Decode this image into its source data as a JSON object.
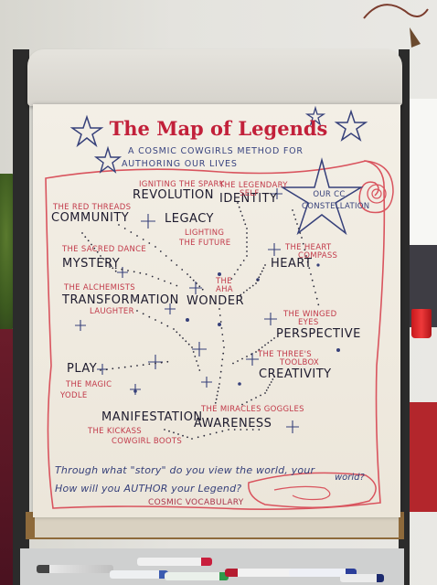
{
  "title": "The Map of Legends",
  "subtitle_line1": "A COSMIC COWGIRLS METHOD FOR",
  "subtitle_line2": "AUTHORING OUR LIVES",
  "constellation_label": "OUR CC CONSTELLATION",
  "words": {
    "revolution": "REVOLUTION",
    "community": "COMMUNITY",
    "legacy": "LEGACY",
    "identity": "IDENTITY",
    "mystery": "MYSTERY",
    "heart": "HEART",
    "transformation": "TRANSFORMATION",
    "wonder": "WONDER",
    "perspective": "PERSPECTIVE",
    "play": "PLAY",
    "creativity": "CREATIVITY",
    "manifestation": "MANIFESTATION",
    "awareness": "AWARENESS"
  },
  "notes": {
    "igniting_spark": "IGNITING THE SPARK",
    "red_threads": "THE RED THREADS",
    "legendary_self_1": "THE LEGENDARY",
    "legendary_self_2": "SELF",
    "lighting_future_1": "LIGHTING",
    "lighting_future_2": "THE FUTURE",
    "sacred_dance": "THE SACRED DANCE",
    "heart_compass_1": "THE HEART",
    "heart_compass_2": "COMPASS",
    "alchemists": "THE ALCHEMISTS",
    "laughter": "LAUGHTER",
    "aha_1": "THE",
    "aha_2": "AHA",
    "winged_eyes_1": "THE WINGED",
    "winged_eyes_2": "EYES",
    "magic_yodle_1": "THE MAGIC",
    "magic_yodle_2": "YODLE",
    "toolbox_1": "THE THREE'S",
    "toolbox_2": "TOOLBOX",
    "miracles_goggles": "THE MIRACLES GOGGLES",
    "kickass_1": "THE KICKASS",
    "kickass_2": "COWGIRL BOOTS"
  },
  "question_line1": "Through what \"story\" do you view the world, your",
  "question_line2": "How will you AUTHOR your Legend?",
  "question_world": "world?",
  "footer": "COSMIC VOCABULARY",
  "colors": {
    "title_red": "#c2203a",
    "ink_black": "#1e1b2e",
    "ink_red": "#c23a4a",
    "ink_blue": "#36407a",
    "scroll_red": "#d9545e"
  }
}
